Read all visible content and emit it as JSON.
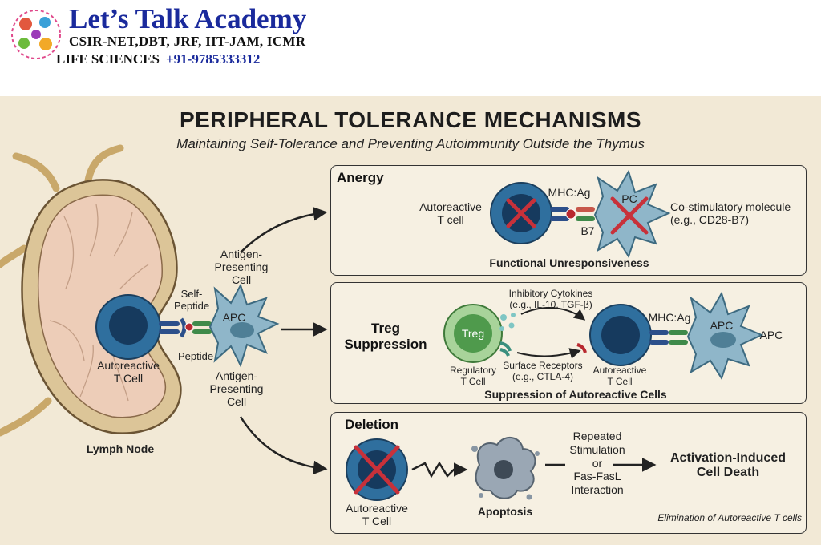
{
  "header": {
    "brand": "Let’s Talk Academy",
    "exams": "CSIR-NET,DBT, JRF, IIT-JAM, ICMR",
    "life_sciences": "LIFE SCIENCES",
    "phone": "+91-9785333312"
  },
  "poster": {
    "title": "PERIPHERAL TOLERANCE MECHANISMS",
    "subtitle": "Maintaining Self-Tolerance and Preventing Autoimmunity Outside the Thymus"
  },
  "left": {
    "lymph_node": "Lymph Node",
    "autoreactive": "Autoreactive\nT Cell",
    "self_peptide": "Self-\nPeptide",
    "peptide": "Peptide",
    "apc": "APC",
    "apc_top": "Antigen-\nPresenting\nCell",
    "apc_bottom": "Antigen-\nPresenting\nCell"
  },
  "anergy": {
    "title": "Anergy",
    "autoreactive": "Autoreactive\nT cell",
    "mhc": "MHC:Ag",
    "b7": "B7",
    "pc": "PC",
    "costim": "Co-stimulatory molecule\n(e.g., CD28-B7)",
    "result": "Functional Unresponsiveness"
  },
  "treg": {
    "title": "Treg\nSuppression",
    "cell": "Treg",
    "regulatory": "Regulatory\nT Cell",
    "cytokines": "Inhibitory Cytokines\n(e.g., IL-10, TGF-β)",
    "receptors": "Surface Receptors\n(e.g., CTLA-4)",
    "autoreactive": "Autoreactive\nT Cell",
    "mhc": "MHC:Ag",
    "apc_inner": "APC",
    "apc_outer": "APC",
    "result": "Suppression of Autoreactive Cells"
  },
  "deletion": {
    "title": "Deletion",
    "autoreactive": "Autoreactive\nT Cell",
    "apoptosis": "Apoptosis",
    "trigger": "Repeated\nStimulation\nor\nFas-FasL\nInteraction",
    "result": "Activation-Induced\nCell Death",
    "note": "Elimination of Autoreactive T cells"
  },
  "colors": {
    "tcell_outer": "#2f6f9e",
    "tcell_inner": "#163a5e",
    "apc": "#8fb6c9",
    "treg": "#4f9a4c",
    "cross": "#c8313a",
    "lymph": "#edcdb8",
    "background": "#f2e9d6"
  }
}
